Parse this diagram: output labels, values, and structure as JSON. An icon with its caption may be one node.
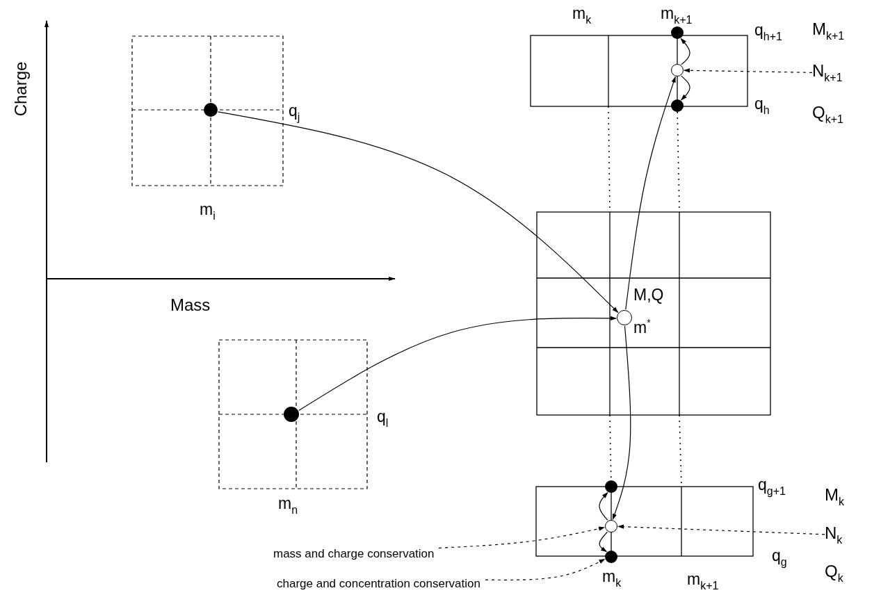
{
  "diagram": {
    "nodes": [
      {
        "text": [],
        "shape": "circle"
      },
      {
        "text": [],
        "shape": "circle"
      },
      {
        "text": [],
        "shape": "circle",
        "beside": [
          "M,Q",
          "m$^{*}$"
        ]
      },
      {
        "text": [],
        "shape": "circle"
      },
      {
        "text": [],
        "shape": "circle"
      },
      {
        "text": [],
        "shape": "circle"
      },
      {
        "text": [],
        "shape": "circle"
      },
      {
        "text": [],
        "shape": "circle"
      },
      {
        "text": [],
        "shape": "circle"
      },
      {
        "text": [
          "M$_{k+1}$",
          "N$_{k+1}$",
          "Q$_{k+1}$"
        ]
      },
      {
        "text": [
          "M$_{k}$",
          "N$_{k}$",
          "Q$_{k}$"
        ]
      },
      {
        "text": [
          "mass and charge conservation"
        ]
      },
      {
        "text": [
          "charge and concentration conservation"
        ]
      }
    ],
    "edges": [
      {
        "from": 0,
        "to": 2,
        "arrow": "to"
      },
      {
        "from": 1,
        "to": 2,
        "arrow": "to"
      },
      {
        "from": 2,
        "to": 3,
        "arrow": "to"
      },
      {
        "from": 2,
        "to": 4,
        "arrow": "to"
      },
      {
        "from": 3,
        "to": 5,
        "arrow": "to"
      },
      {
        "from": 3,
        "to": 6,
        "arrow": "to"
      },
      {
        "from": 4,
        "to": 7,
        "arrow": "to"
      },
      {
        "from": 4,
        "to": 8,
        "arrow": "to"
      },
      {
        "from": 9,
        "to": 3,
        "arrow": "to",
        "style": "dashed"
      },
      {
        "from": 10,
        "to": 4,
        "arrow": "to",
        "style": "dashed"
      },
      {
        "from": 11,
        "to": 4,
        "arrow": "to",
        "style": "dashed"
      },
      {
        "from": 12,
        "to": 8,
        "arrow": "to",
        "style": "dashed"
      }
    ],
    "labels": [
      "m$_{k}$",
      "m$_{k+1}$",
      "q$_{h+1}$",
      "q$_{h}$",
      "Charge",
      "q$_{j}$",
      "m$_{i}$",
      "Mass",
      "q$_{l}$",
      "m$_{n}$",
      "q$_{g+1}$",
      "q$_{g}$",
      "m$_{k}$",
      "m$_{k+1}$"
    ]
  }
}
